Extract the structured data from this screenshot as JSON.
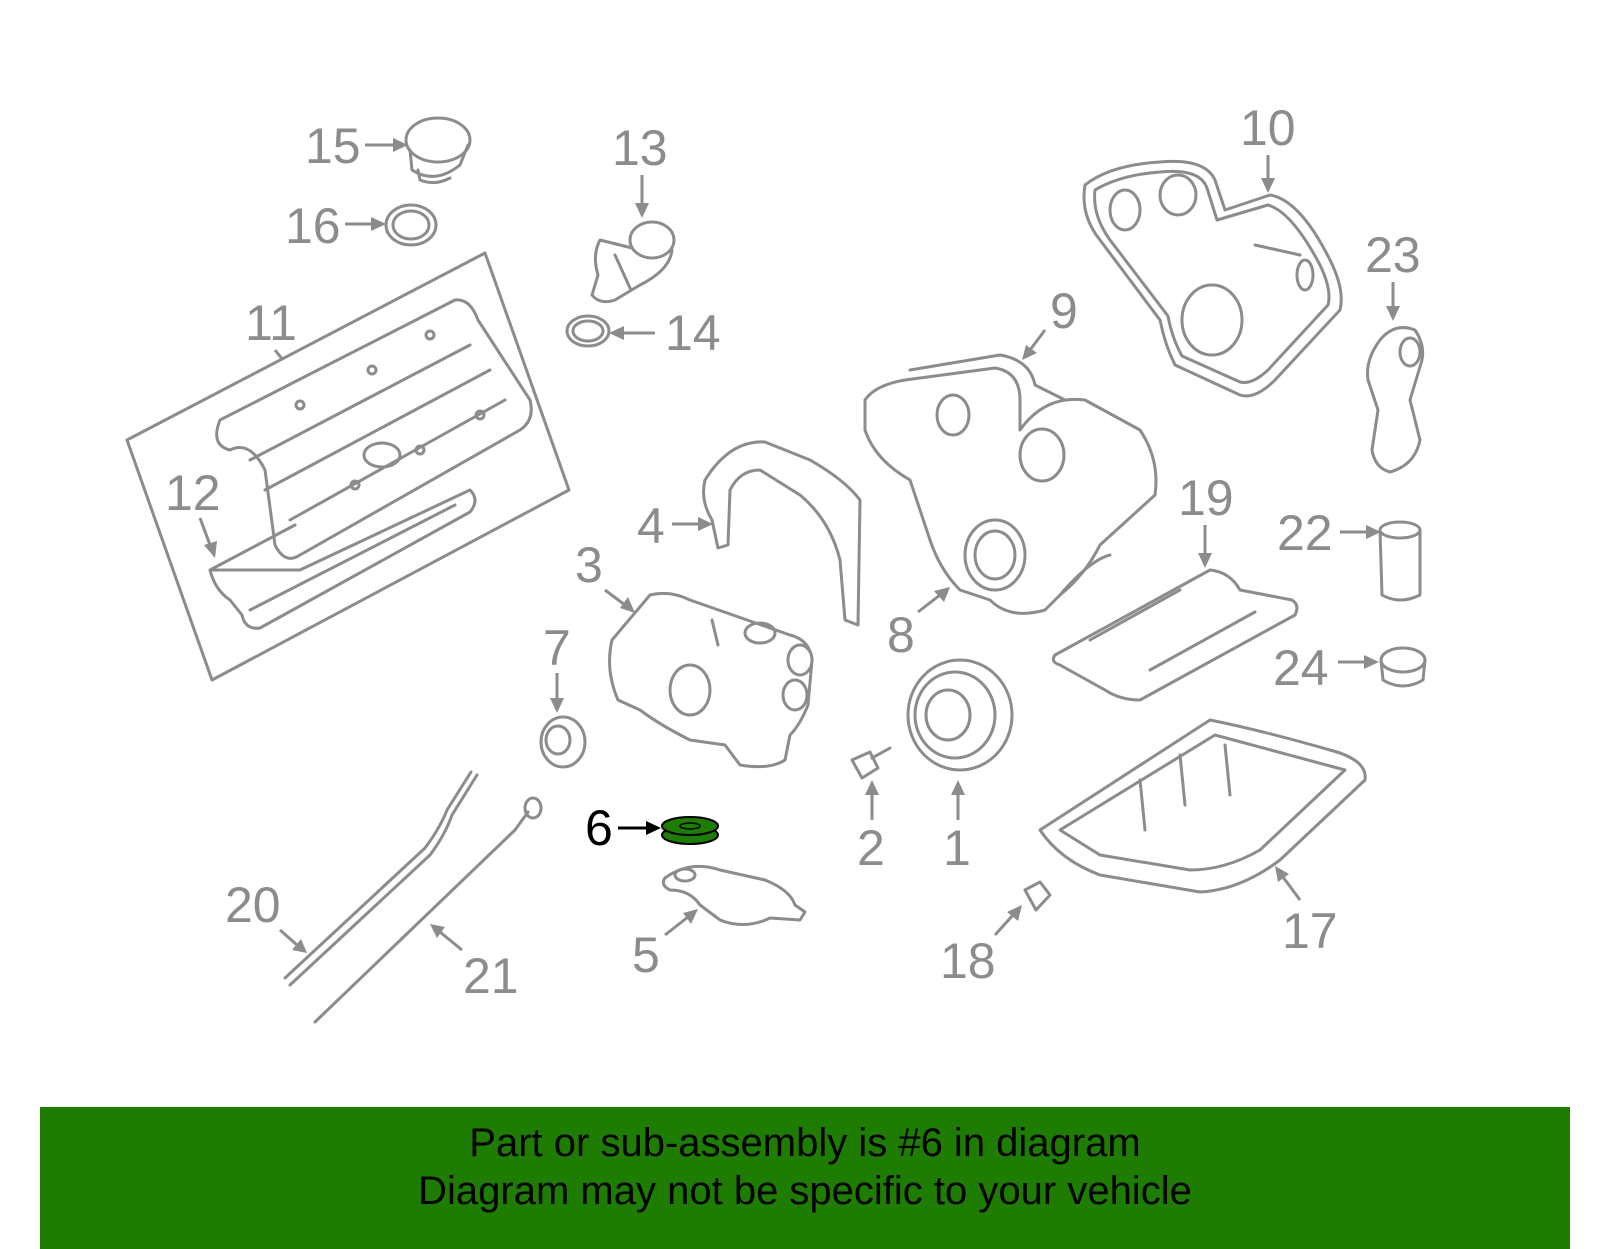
{
  "diagram": {
    "callouts": [
      "1",
      "2",
      "3",
      "4",
      "5",
      "6",
      "7",
      "8",
      "9",
      "10",
      "11",
      "12",
      "13",
      "14",
      "15",
      "16",
      "17",
      "18",
      "19",
      "20",
      "21",
      "22",
      "23",
      "24"
    ],
    "highlighted_part": "6",
    "highlight_color": "#1e7d00",
    "line_color": "#8c8c8c"
  },
  "banner": {
    "line1": "Part or sub-assembly is #6 in diagram",
    "line2": "Diagram may not be specific to your vehicle",
    "background": "#1e7d00"
  }
}
